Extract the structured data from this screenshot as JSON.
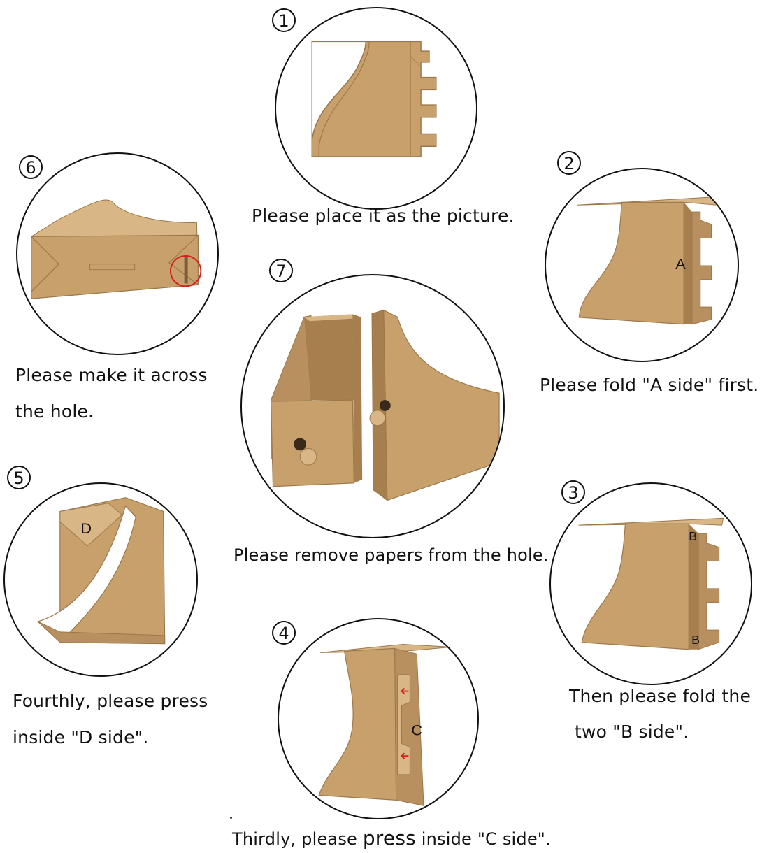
{
  "steps": [
    {
      "number": "1",
      "caption": "Please place it as the picture."
    },
    {
      "number": "2",
      "caption": "Please fold \"A side\" first.",
      "label": "A"
    },
    {
      "number": "3",
      "caption_line1": "Then please fold the",
      "caption_line2": "two \"B side\".",
      "label": "B"
    },
    {
      "number": "4",
      "caption_prefix": "Thirdly, please ",
      "caption_emph": "press",
      "caption_suffix": " inside \"C side\".",
      "label": "C"
    },
    {
      "number": "5",
      "caption_line1": "Fourthly, please press",
      "caption_line2": " inside \"D side\".",
      "label": "D"
    },
    {
      "number": "6",
      "caption_line1": "Please make it across",
      "caption_line2": "the hole."
    },
    {
      "number": "7",
      "caption": "Please remove papers from the hole."
    }
  ],
  "colors": {
    "cardboard": "#c8a06c",
    "cardboard_dark": "#a77f4f",
    "cardboard_light": "#d8b685",
    "outline": "#111111",
    "highlight": "#d42020"
  }
}
